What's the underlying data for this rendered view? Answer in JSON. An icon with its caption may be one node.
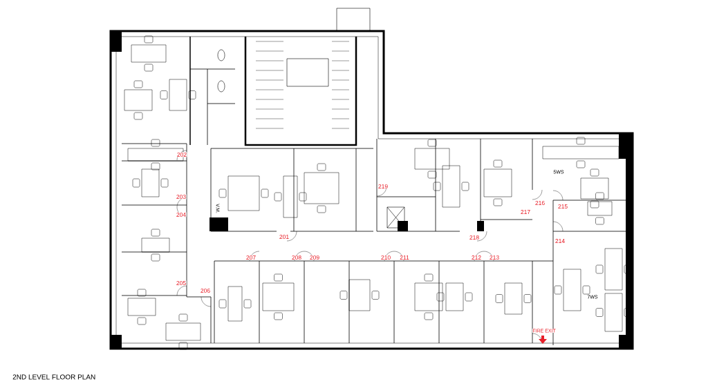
{
  "diagram": {
    "title": "2ND LEVEL FLOOR PLAN",
    "labels": [
      "202",
      "203",
      "219",
      "216",
      "215",
      "5WS",
      "217",
      "204",
      "V.M.",
      "201",
      "218",
      "214",
      "207",
      "208",
      "209",
      "210",
      "211",
      "212",
      "213",
      "205",
      "206",
      "7WS",
      "FIRE EXIT"
    ]
  }
}
